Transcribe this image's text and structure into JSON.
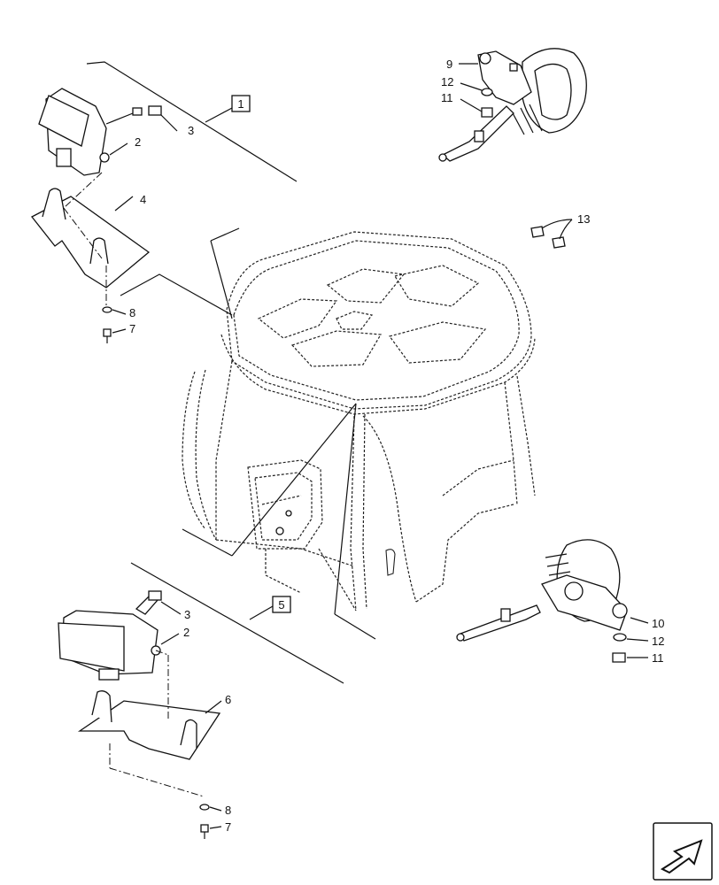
{
  "callouts": {
    "c1": "1",
    "c2a": "2",
    "c3a": "3",
    "c4": "4",
    "c7a": "7",
    "c8a": "8",
    "c9": "9",
    "c12a": "12",
    "c11a": "11",
    "c13": "13",
    "c5": "5",
    "c3b": "3",
    "c2b": "2",
    "c6": "6",
    "c8b": "8",
    "c7b": "7",
    "c10": "10",
    "c12b": "12",
    "c11b": "11"
  },
  "icons": {
    "nav": "arrow-icon"
  },
  "colors": {
    "line": "#111111",
    "background": "#ffffff"
  }
}
